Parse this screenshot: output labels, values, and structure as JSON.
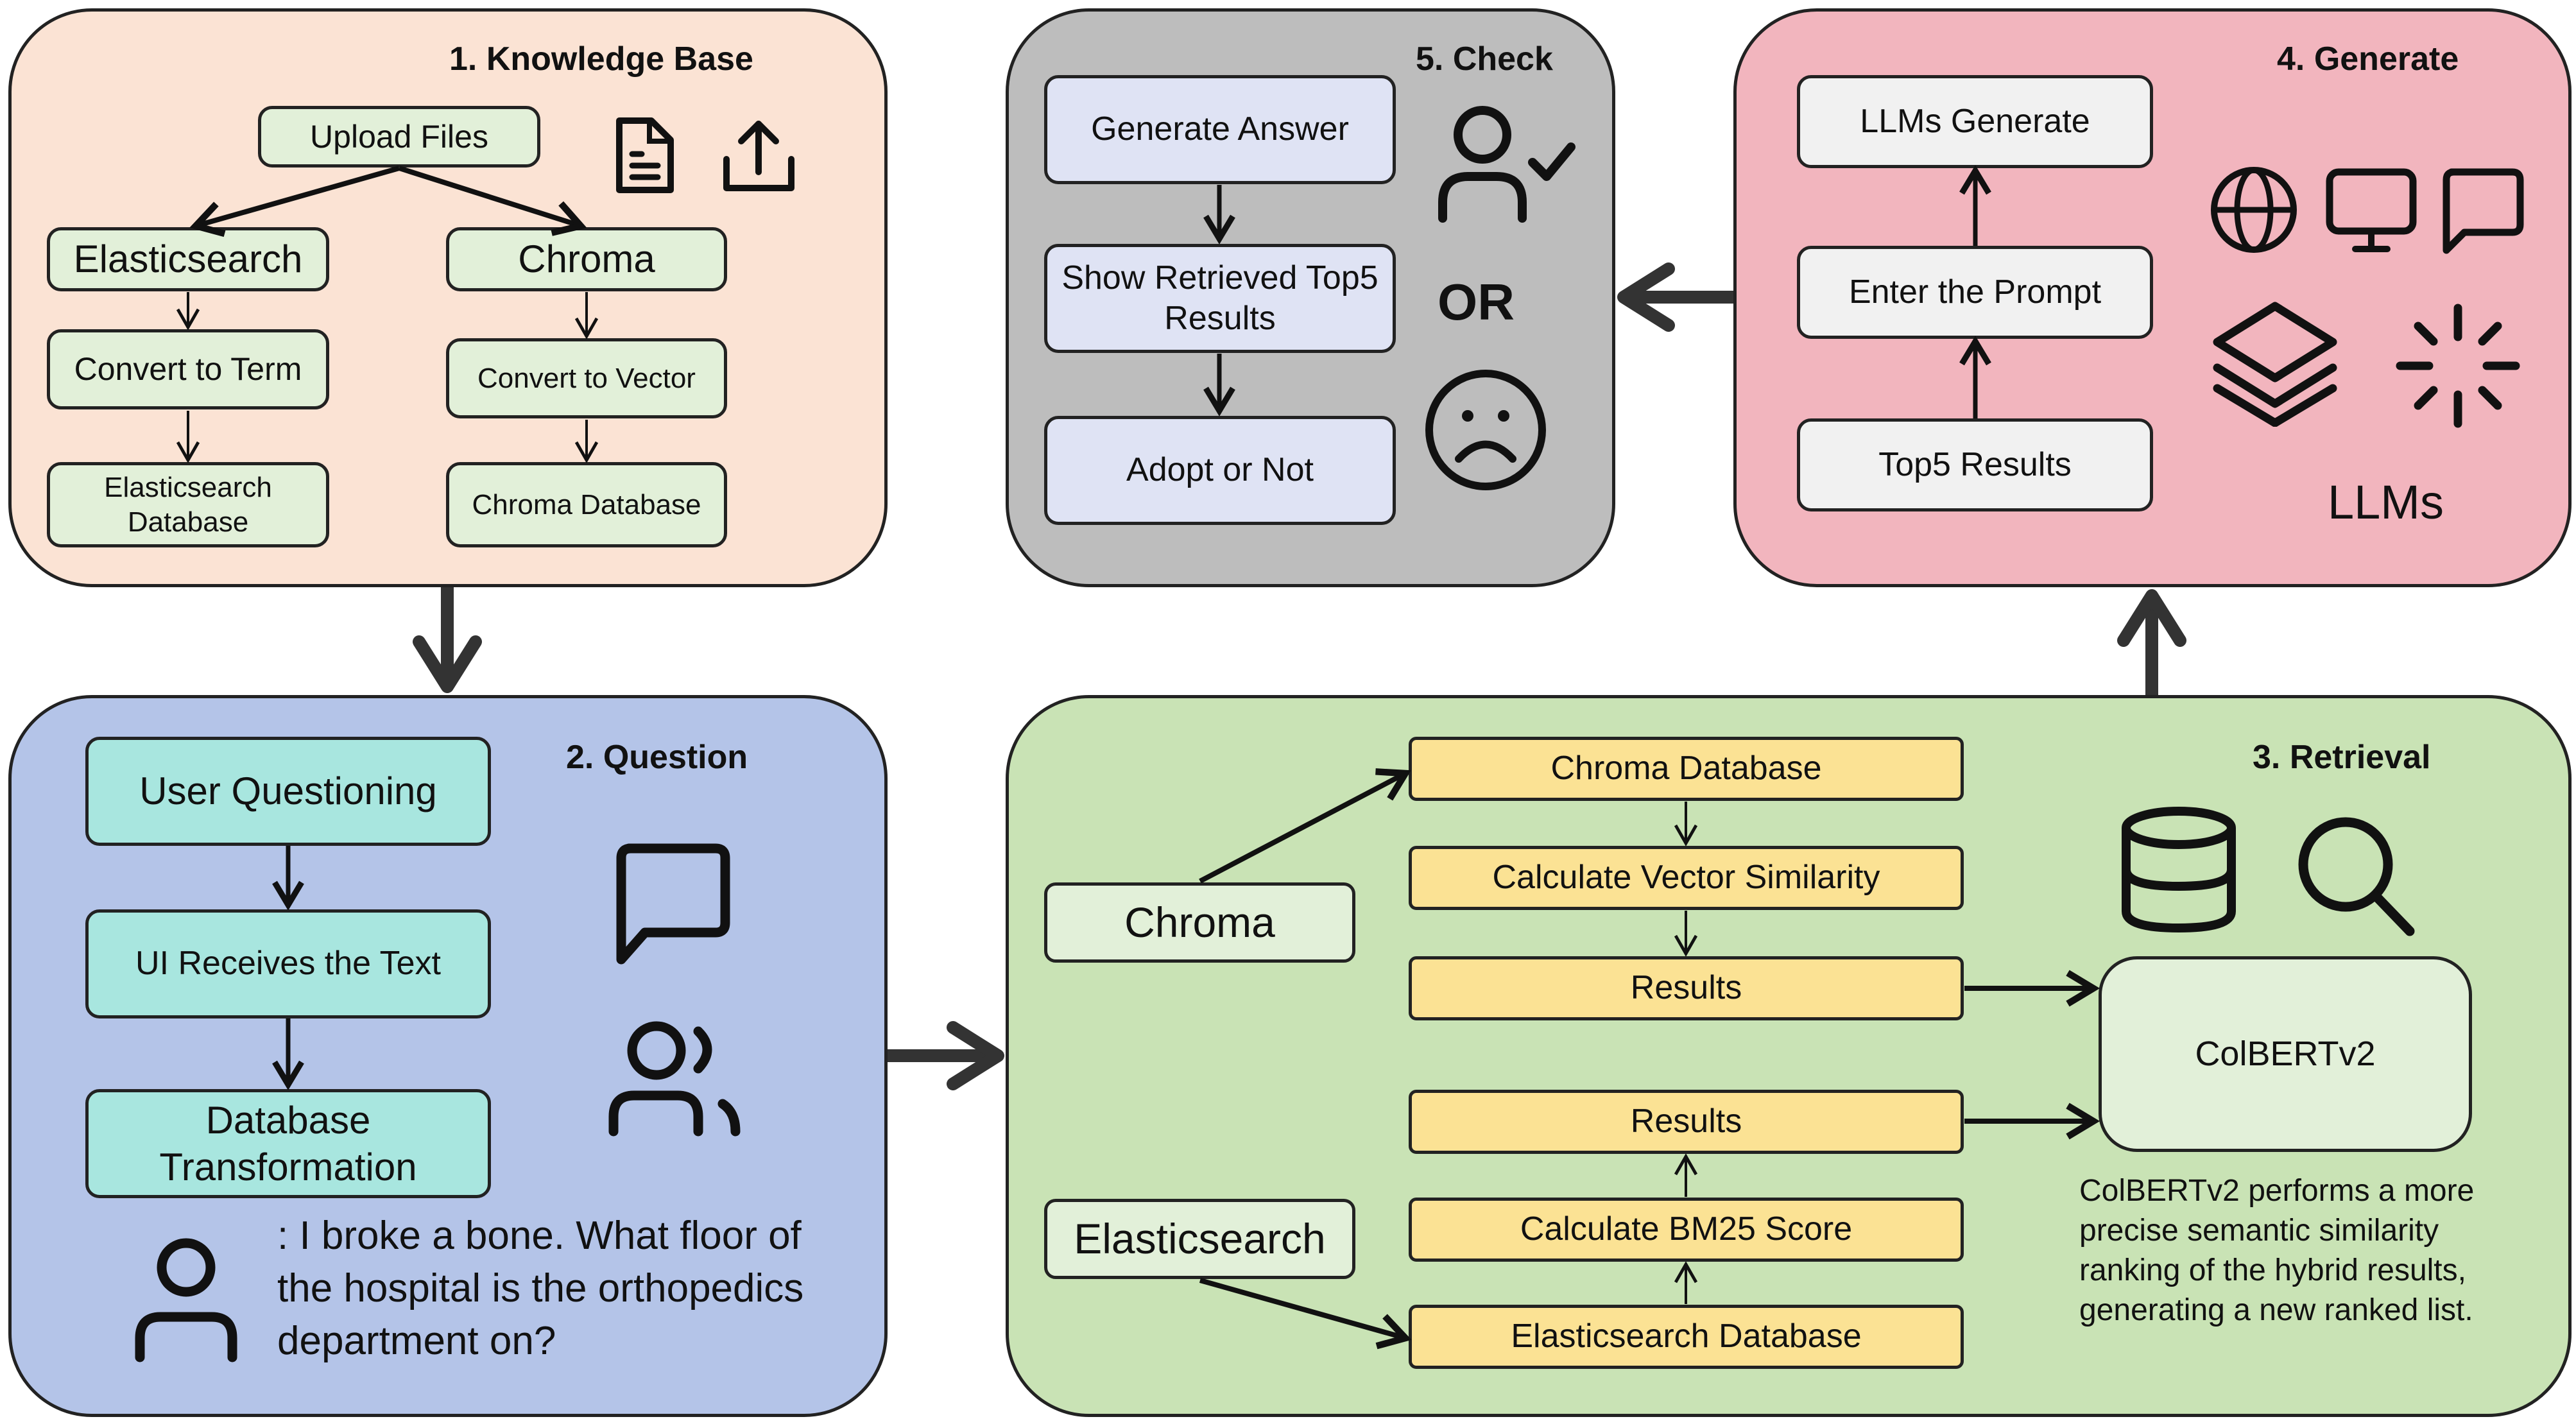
{
  "panels": {
    "knowledge_base": {
      "title": "1. Knowledge Base",
      "upload": "Upload Files",
      "es": "Elasticsearch",
      "chroma": "Chroma",
      "es_convert": "Convert to Term",
      "chroma_convert": "Convert to Vector",
      "es_db": "Elasticsearch Database",
      "chroma_db": "Chroma Database",
      "icons": [
        "document-icon",
        "upload-icon"
      ]
    },
    "check": {
      "title": "5. Check",
      "step1": "Generate Answer",
      "step2": "Show Retrieved Top5 Results",
      "step3": "Adopt or Not",
      "or_label": "OR",
      "icons": [
        "user-check-icon",
        "sad-face-icon"
      ]
    },
    "generate": {
      "title": "4. Generate",
      "step1": "LLMs Generate",
      "step2": "Enter the Prompt",
      "step3": "Top5 Results",
      "llms_label": "LLMs",
      "icons": [
        "globe-icon",
        "monitor-icon",
        "chat-bubble-icon",
        "layers-icon",
        "loading-icon"
      ]
    },
    "question": {
      "title": "2. Question",
      "step1": "User Questioning",
      "step2": "UI Receives the Text",
      "step3": "Database Transformation",
      "user_query": ": I broke a bone. What floor of the hospital is the orthopedics department on?",
      "icons": [
        "chat-bubble-icon",
        "users-icon",
        "user-icon"
      ]
    },
    "retrieval": {
      "title": "3. Retrieval",
      "chroma_source": "Chroma",
      "es_source": "Elasticsearch",
      "chroma_db": "Chroma Database",
      "vector_sim": "Calculate Vector Similarity",
      "chroma_results": "Results",
      "es_results": "Results",
      "bm25": "Calculate BM25 Score",
      "es_db": "Elasticsearch Database",
      "reranker": "ColBERTv2",
      "reranker_note": "ColBERTv2 performs a more precise semantic similarity ranking of the hybrid results, generating a new ranked list.",
      "icons": [
        "database-icon",
        "search-icon"
      ]
    }
  },
  "colors": {
    "knowledge_base_bg": "#fbe3d4",
    "check_bg": "#bdbdbd",
    "generate_bg": "#f2b5be",
    "question_bg": "#b4c4e8",
    "retrieval_bg": "#c9e3b5",
    "step_green": "#e2f0d9",
    "step_cyan": "#a8e6df",
    "step_yellow": "#fbe294",
    "step_lavender": "#dfe3f4",
    "step_gray": "#f1f1f1"
  }
}
